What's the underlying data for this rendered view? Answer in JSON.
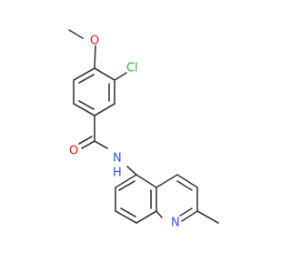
{
  "colors": {
    "bond": "#3a3a3a",
    "carbon": "#3a3a3a",
    "oxygen": "#ff0d0d",
    "nitrogen": "#3050f8",
    "chlorine": "#1fbf1f",
    "background": "#ffffff"
  },
  "atoms": {
    "methoxy_oxygen": "O",
    "chlorine": "Cl",
    "carbonyl_oxygen": "O",
    "amide_nitrogen": "N",
    "amide_hydrogen": "H",
    "ring_nitrogen": "N"
  }
}
